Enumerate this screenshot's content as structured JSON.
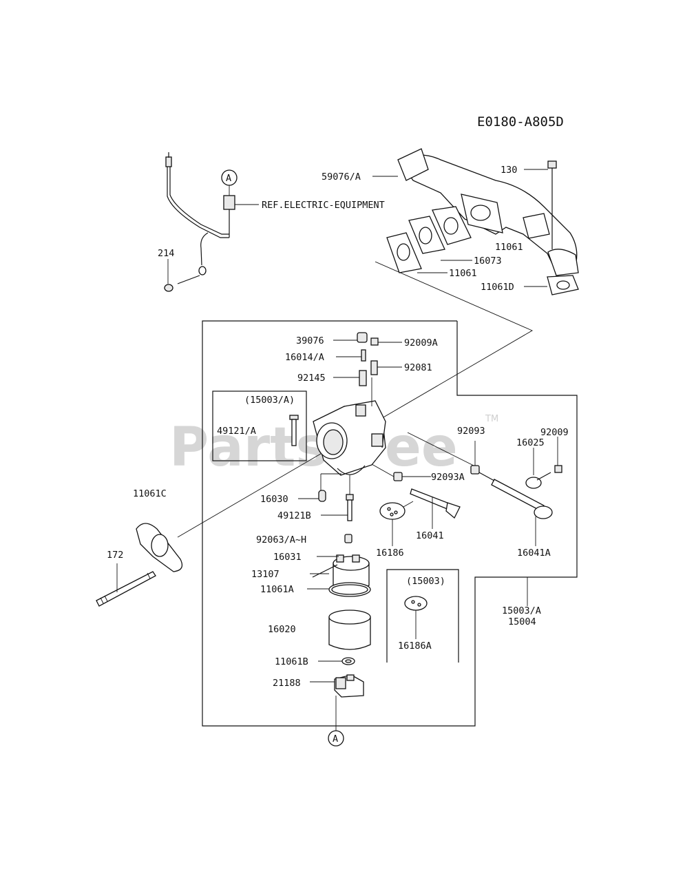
{
  "diagram": {
    "ref_code": "E0180-A805D",
    "watermark": "PartsTree",
    "watermark_tm": "TM",
    "callout_letter": "A",
    "labels": {
      "l59076": "59076/A",
      "l130": "130",
      "l_ref": "REF.ELECTRIC-EQUIPMENT",
      "l214": "214",
      "l11061_top": "11061",
      "l16073": "16073",
      "l11061_mid": "11061",
      "l11061D": "11061D",
      "l39076": "39076",
      "l92009A": "92009A",
      "l16014": "16014/A",
      "l92081": "92081",
      "l92145": "92145",
      "l15003A_box": "(15003/A)",
      "l49121A": "49121/A",
      "l92093": "92093",
      "l92009": "92009",
      "l16025": "16025",
      "l11061C": "11061C",
      "l92093A": "92093A",
      "l16030": "16030",
      "l49121B": "49121B",
      "l16041": "16041",
      "l16186": "16186",
      "l16041A": "16041A",
      "l92063": "92063/A~H",
      "l172": "172",
      "l16031": "16031",
      "l13107": "13107",
      "l11061A": "11061A",
      "l15003_box": "(15003)",
      "l15003A": "15003/A",
      "l15004": "15004",
      "l16020": "16020",
      "l16186A": "16186A",
      "l11061B": "11061B",
      "l21188": "21188"
    }
  }
}
